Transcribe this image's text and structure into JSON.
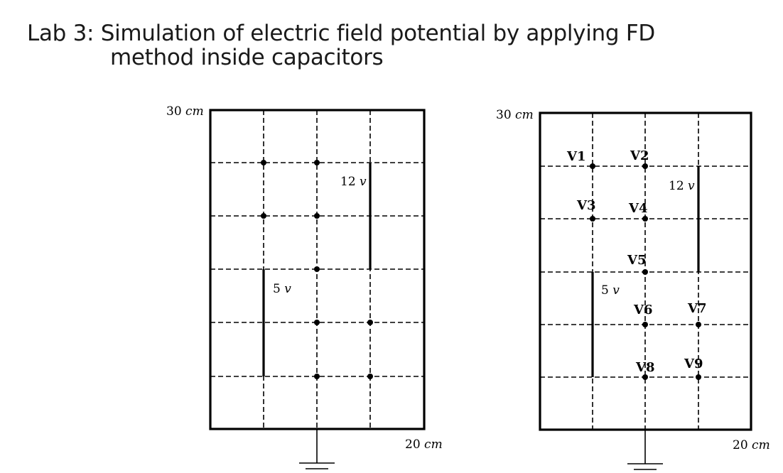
{
  "title": {
    "line1": "Lab 3: Simulation of electric field potential by applying FD",
    "line2": "method inside capacitors"
  },
  "left_diagram": {
    "height_label": {
      "num": "30 ",
      "unit": "cm"
    },
    "width_label": {
      "num": "20 ",
      "unit": "cm"
    },
    "plate_high_label": {
      "num": "12 ",
      "unit": "v"
    },
    "plate_low_label": {
      "num": "5 ",
      "unit": "v"
    }
  },
  "right_diagram": {
    "height_label": {
      "num": "30 ",
      "unit": "cm"
    },
    "width_label": {
      "num": "20 ",
      "unit": "cm"
    },
    "plate_high_label": {
      "num": "12 ",
      "unit": "v"
    },
    "plate_low_label": {
      "num": "5 ",
      "unit": "v"
    },
    "node_labels": [
      "V1",
      "V2",
      "V3",
      "V4",
      "V5",
      "V6",
      "V7",
      "V8",
      "V9"
    ]
  },
  "colors": {
    "line": "#000000",
    "title": "#1a1a1a"
  }
}
